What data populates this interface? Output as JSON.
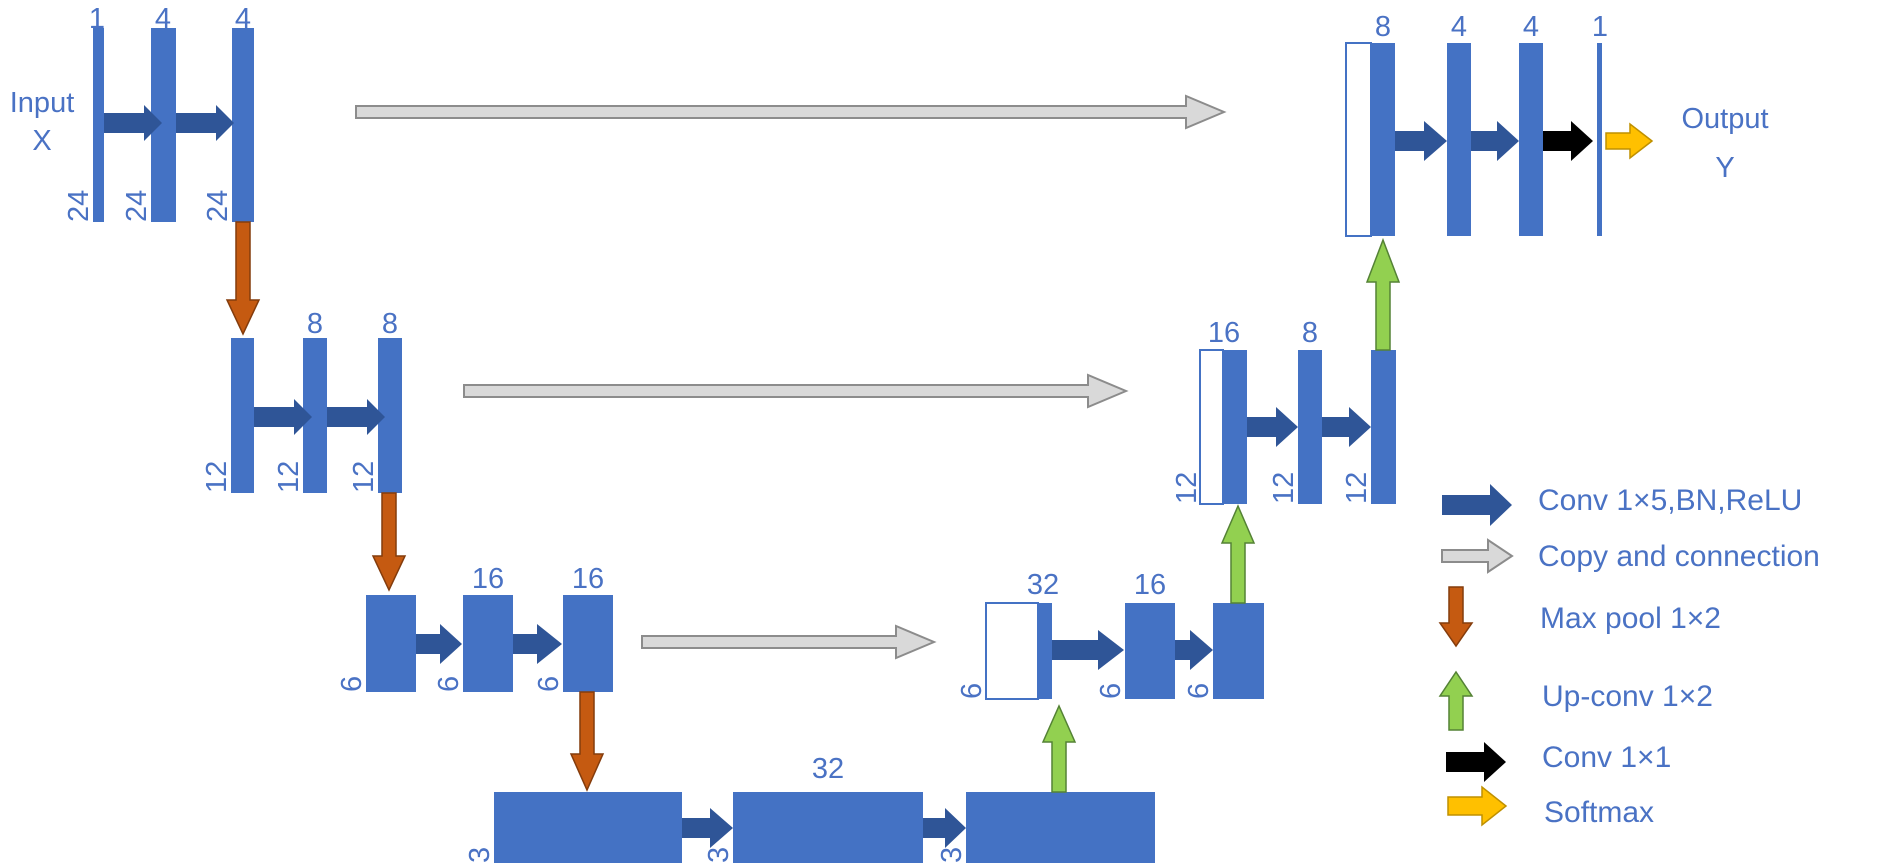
{
  "io": {
    "input_line1": "Input",
    "input_line2": "X",
    "output_line1": "Output",
    "output_line2": "Y"
  },
  "channels": {
    "e1_a": "1",
    "e1_b": "4",
    "e1_c": "4",
    "e2_b": "8",
    "e2_c": "8",
    "e3_b": "16",
    "e3_c": "16",
    "bottleneck": "32",
    "d3_a": "32",
    "d3_b": "16",
    "d2_a": "16",
    "d2_b": "8",
    "d1_a": "8",
    "d1_b": "4",
    "d1_c": "4",
    "d1_d": "1"
  },
  "lengths": {
    "e1_a": "24",
    "e1_b": "24",
    "e1_c": "24",
    "e2_a": "12",
    "e2_b": "12",
    "e2_c": "12",
    "e3_a": "6",
    "e3_b": "6",
    "e3_c": "6",
    "b_a": "3",
    "b_b": "3",
    "b_c": "3",
    "d3_a": "6",
    "d3_b": "6",
    "d3_c": "6",
    "d2_a": "12",
    "d2_b": "12",
    "d2_c": "12"
  },
  "legend": [
    {
      "label": "Conv 1×5,BN,ReLU",
      "color": "#4472c4"
    },
    {
      "label": "Copy and connection",
      "color": "#d9d9d9"
    },
    {
      "label": "Max pool 1×2",
      "color": "#c55a11"
    },
    {
      "label": "Up-conv 1×2",
      "color": "#92d050"
    },
    {
      "label": "Conv 1×1",
      "color": "#000000"
    },
    {
      "label": "Softmax",
      "color": "#ffc000"
    }
  ]
}
